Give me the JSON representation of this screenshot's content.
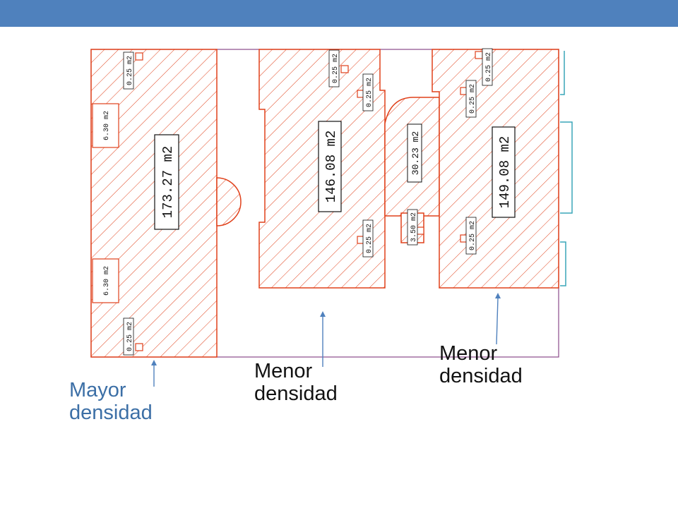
{
  "header": {
    "band_color": "#4f81bd"
  },
  "colors": {
    "hatch": "#e0401a",
    "outline": "#8a4a8a",
    "arrow": "#4f81bd",
    "window": "#3aa6b9",
    "label_mayor": "#3c6fa6",
    "label_menor": "#111111"
  },
  "areas": {
    "room_left": "173.27  m2",
    "room_middle": "146.08  m2",
    "room_right": "149.08  m2",
    "room_small": "30.23  m2",
    "column_left_top": "6.30  m2",
    "column_left_bottom": "6.30  m2",
    "hatch_shaft": "3.50  m2",
    "pillar": "0.25  m2"
  },
  "labels": {
    "mayor": {
      "line1": "Mayor",
      "line2": "densidad"
    },
    "menor_middle": {
      "line1": "Menor",
      "line2": "densidad"
    },
    "menor_right": {
      "line1": "Menor",
      "line2": "densidad"
    }
  }
}
